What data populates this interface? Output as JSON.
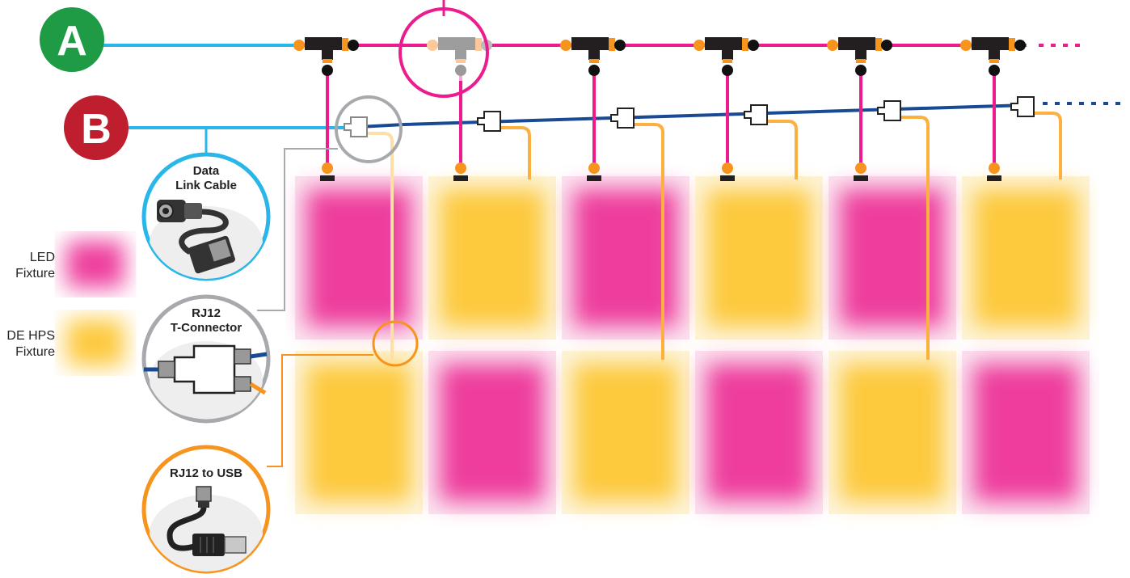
{
  "bus_a": {
    "badge": "A",
    "color": "#ec1c8e",
    "feed_color": "#29b6e8",
    "badge_color": "#1f9a45"
  },
  "bus_b": {
    "badge": "B",
    "color": "#1a4a93",
    "feed_color": "#29b6e8",
    "badge_color": "#be1e2d"
  },
  "legend": {
    "led": {
      "line1": "LED",
      "line2": "Fixture",
      "color": "#ee3e9d"
    },
    "hps": {
      "line1": "DE HPS",
      "line2": "Fixture",
      "color": "#fdc93c"
    }
  },
  "callouts": {
    "data_link": {
      "line1": "Data",
      "line2": "Link Cable",
      "ring_color": "#29b6e8"
    },
    "rj12_t": {
      "line1": "RJ12",
      "line2": "T-Connector",
      "ring_color": "#a7a9ac"
    },
    "rj12_usb": {
      "line1": "RJ12 to USB",
      "ring_color": "#f7941d"
    }
  },
  "grid": {
    "top_row": [
      "led",
      "hps",
      "led",
      "hps",
      "led",
      "hps"
    ],
    "bottom_row": [
      "hps",
      "led",
      "hps",
      "led",
      "hps",
      "led"
    ]
  },
  "cable_color": "#fbb040",
  "connector_color": "#f7941d"
}
